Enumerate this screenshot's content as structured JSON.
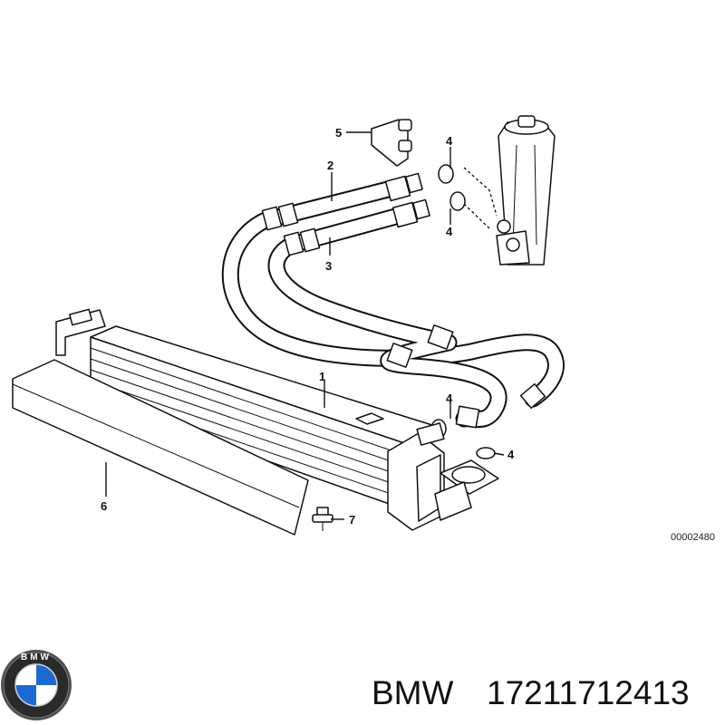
{
  "diagram": {
    "callouts": {
      "c1": "1",
      "c2": "2",
      "c3": "3",
      "c4a": "4",
      "c4b": "4",
      "c4c": "4",
      "c4d": "4",
      "c5": "5",
      "c6": "6",
      "c7": "7"
    },
    "reference_number": "00002480"
  },
  "logo": {
    "text": "BMW"
  },
  "caption": {
    "brand": "BMW",
    "part_number": "17211712413"
  }
}
